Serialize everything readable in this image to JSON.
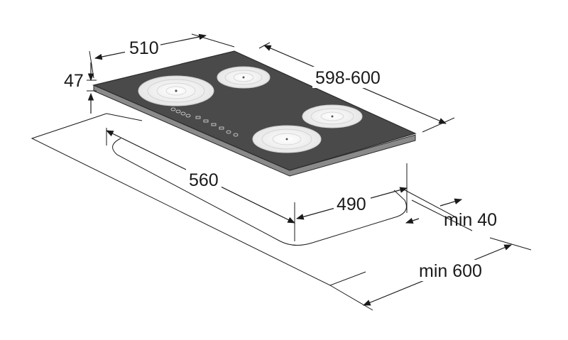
{
  "dimensions": {
    "width_top": "510",
    "height": "47",
    "depth_top": "598-600",
    "cutout_width": "560",
    "cutout_depth": "490",
    "min_clearance": "min 40",
    "min_worktop": "min 600"
  },
  "colors": {
    "glass": "#4a4a4a",
    "glass_edge": "#2b2b2b",
    "glass_front": "#8a8a8a",
    "line": "#1a1a1a"
  },
  "control_icons": [
    "power-icon",
    "minus-icon",
    "plus-icon",
    "zone-select-icon",
    "zone-select-icon",
    "zone-select-icon",
    "zone-select-icon",
    "timer-icon",
    "lock-icon"
  ]
}
